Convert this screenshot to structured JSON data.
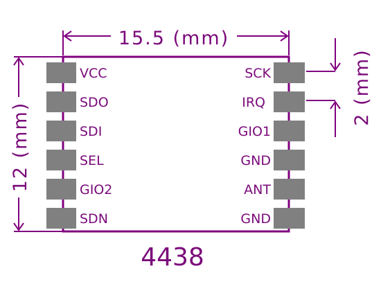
{
  "dimensions": {
    "width_label": "15.5 (mm)",
    "height_label": "12 (mm)",
    "pitch_label": "2 (mm)"
  },
  "part_number": "4438",
  "pins_left": [
    "VCC",
    "SDO",
    "SDI",
    "SEL",
    "GIO2",
    "SDN"
  ],
  "pins_right": [
    "SCK",
    "IRQ",
    "GIO1",
    "GND",
    "ANT",
    "GND"
  ],
  "colors": {
    "outline": "#800080",
    "text": "#7a0a7a",
    "pad": "#808080",
    "background": "#ffffff"
  }
}
